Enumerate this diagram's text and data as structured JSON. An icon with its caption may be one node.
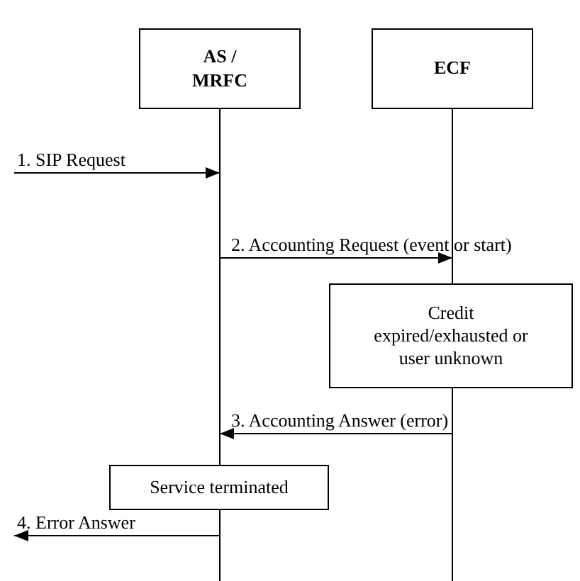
{
  "diagram": {
    "nodes": [
      {
        "text": [
          "AS / MRFC"
        ]
      },
      {
        "text": [
          "ECF"
        ]
      },
      {
        "text": [
          "Credit expired/exhausted or user unknown"
        ]
      },
      {
        "text": [
          "Service terminated"
        ]
      }
    ],
    "edges": [
      {
        "from": null,
        "to": 0,
        "arrow": "to",
        "label": "1. SIP Request"
      },
      {
        "from": 0,
        "to": 1,
        "arrow": "to",
        "label": "2. Accounting Request (event or start)"
      },
      {
        "from": 1,
        "to": 0,
        "arrow": "to",
        "label": "3. Accounting Answer (error)"
      },
      {
        "from": 0,
        "to": null,
        "arrow": "to",
        "label": "4. Error Answer"
      }
    ]
  }
}
